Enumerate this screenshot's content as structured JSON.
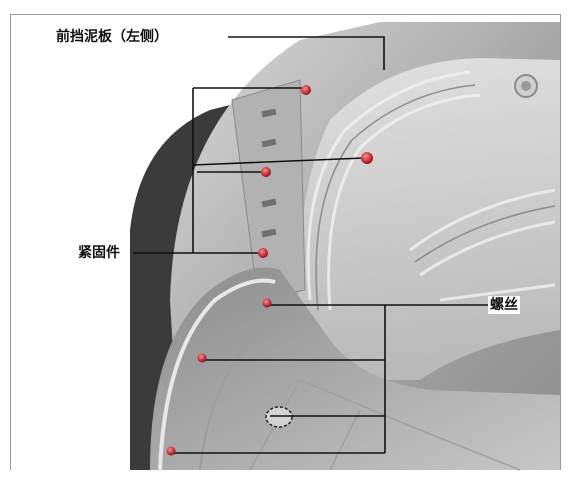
{
  "labels": {
    "fender_liner": "前挡泥板（左侧）",
    "fastener": "紧固件",
    "screw": "螺丝"
  },
  "colors": {
    "fastener_marker": "#c8323a",
    "callout_line": "#111111",
    "part_metal": "#b9b9b9"
  }
}
